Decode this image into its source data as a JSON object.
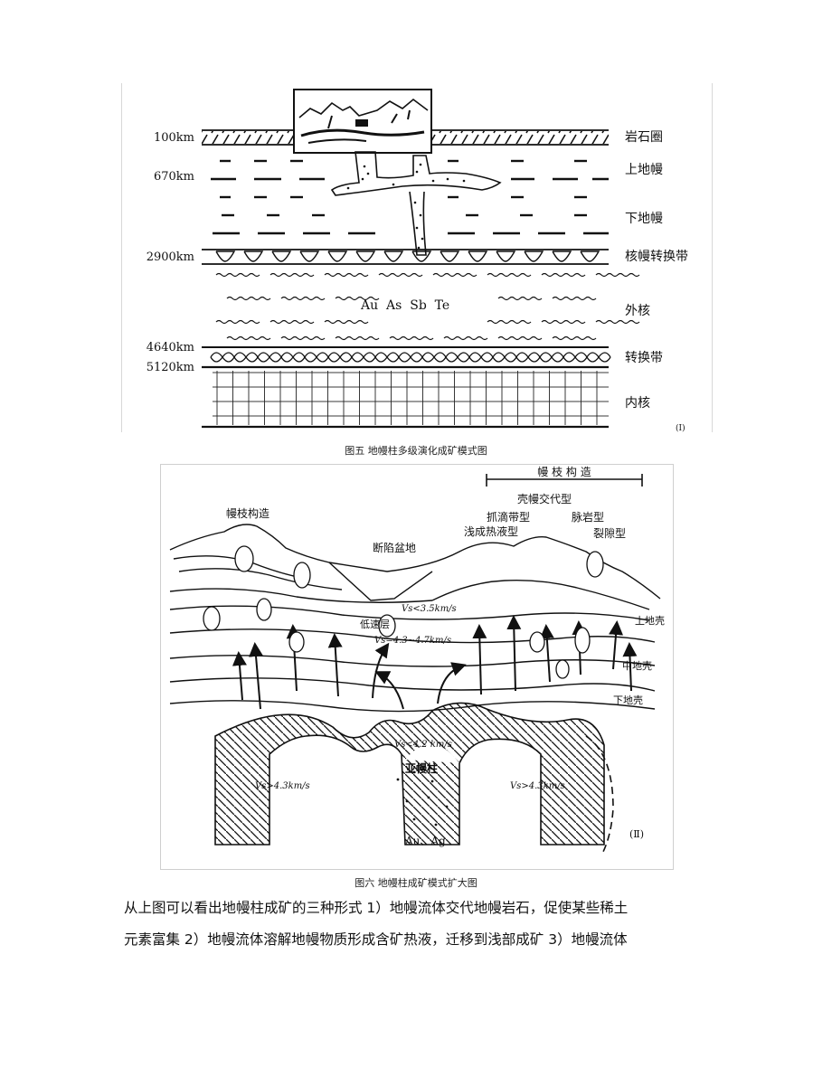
{
  "figure5": {
    "depths": [
      "100km",
      "670km",
      "2900km",
      "4640km",
      "5120km"
    ],
    "layers": [
      "岩石圈",
      "上地幔",
      "下地幔",
      "核幔转换带",
      "外核",
      "转换带",
      "内核"
    ],
    "elements": "Au  As  Sb  Te",
    "small_label": "(I)",
    "caption": "图五  地幔柱多级演化成矿模式图"
  },
  "figure6": {
    "header": "幔 枝 构 造",
    "labels": {
      "crust_mantle": "壳幔交代型",
      "breccia": "抓滴带型",
      "epithermal": "浅成热液型",
      "vein_rock": "脉岩型",
      "fissure": "裂隙型",
      "branch": "幔枝构造",
      "basin": "断陷盆地",
      "vs1": "Vs<3.5km/s",
      "low_velocity": "低速层",
      "vs2": "Vs=4.3~4.7km/s",
      "upper_crust": "上地壳",
      "middle_crust": "中地壳",
      "lower_crust": "下地壳",
      "vs3": "Vs<4.2 km/s",
      "sub_plume": "亚幔柱",
      "vs_left": "Vs>4.3km/s",
      "vs_right": "Vs>4.3km/s",
      "metals": "Au、Ag",
      "numeral": "(Ⅱ)"
    },
    "caption": "图六  地幔柱成矿模式扩大图"
  },
  "paragraph": {
    "line1": "从上图可以看出地幔柱成矿的三种形式 1）地幔流体交代地幔岩石，促使某些稀土",
    "line2": "元素富集 2）地幔流体溶解地幔物质形成含矿热液，迁移到浅部成矿 3）地幔流体"
  }
}
